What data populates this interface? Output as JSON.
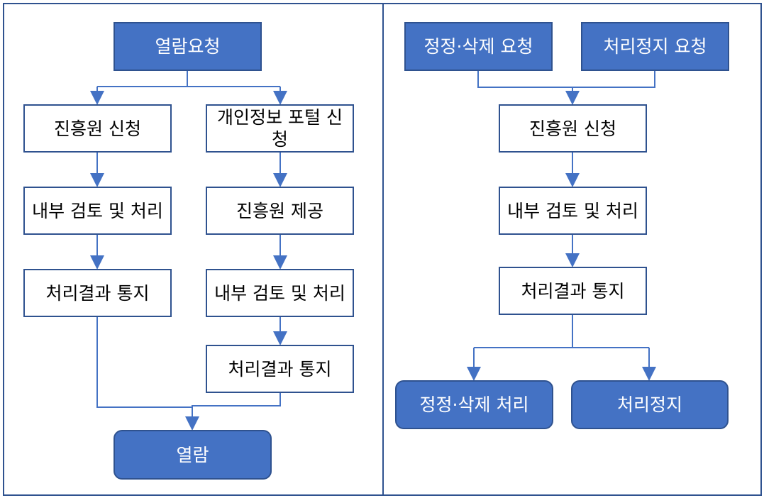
{
  "colors": {
    "fill": "#4472C4",
    "border": "#2F528F",
    "connector": "#4472C4"
  },
  "left": {
    "start": "열람요청",
    "branch_a": [
      "진흥원 신청",
      "내부 검토 및 처리",
      "처리결과 통지"
    ],
    "branch_b": [
      "개인정보 포털 신청",
      "진흥원 제공",
      "내부 검토 및 처리",
      "처리결과 통지"
    ],
    "end": "열람"
  },
  "right": {
    "start_a": "정정·삭제 요청",
    "start_b": "처리정지 요청",
    "steps": [
      "진흥원 신청",
      "내부 검토 및 처리",
      "처리결과 통지"
    ],
    "end_a": "정정·삭제 처리",
    "end_b": "처리정지"
  }
}
